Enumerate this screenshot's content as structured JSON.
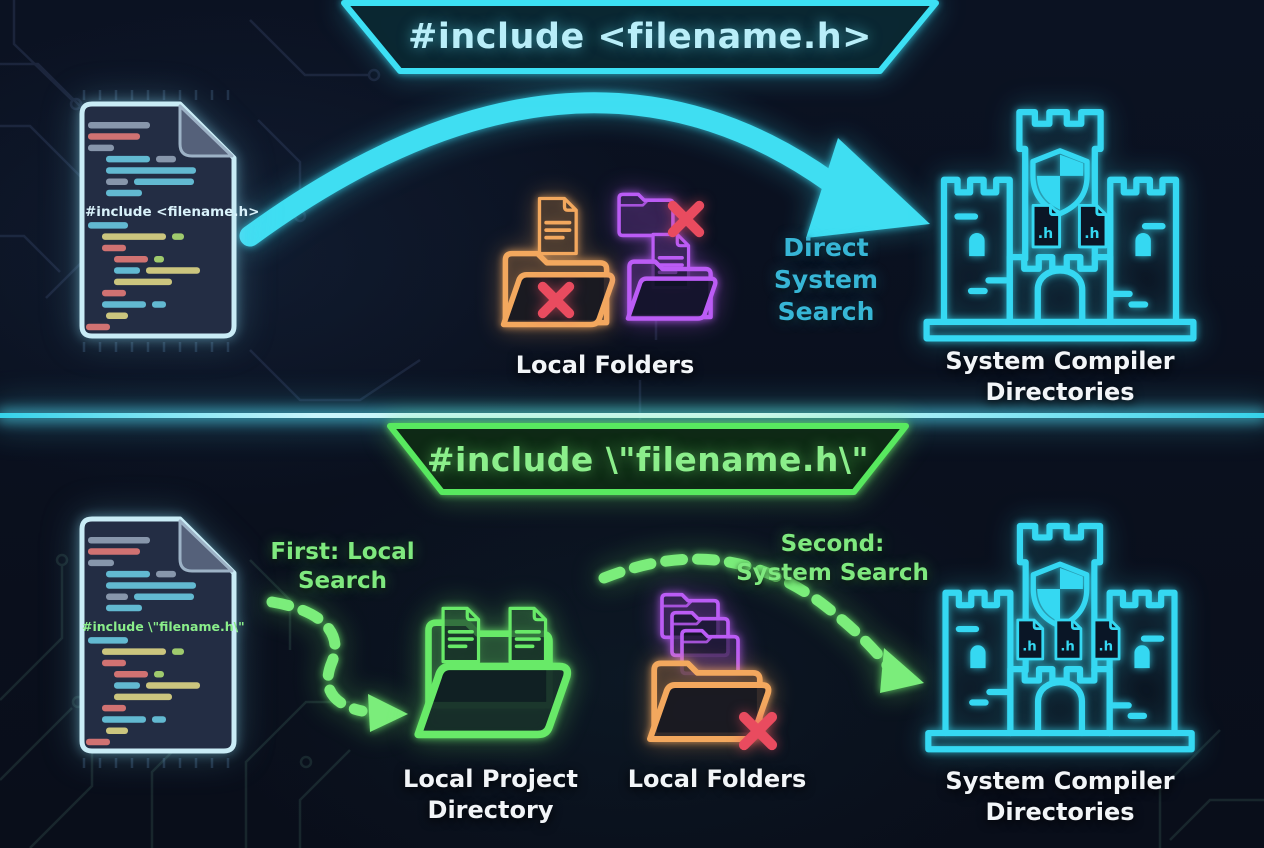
{
  "colors": {
    "background": "#0a0f1c",
    "cyan": "#3ce0f4",
    "pale_cyan_text": "#b9eef9",
    "teal_label": "#37b6d6",
    "green": "#5fe96a",
    "green_text": "#8bee8b",
    "orange": "#f3a85e",
    "purple": "#bb5cf5",
    "red": "#e94b5f",
    "white_label": "#f2f5f8"
  },
  "top": {
    "banner_label": "#include <filename.h>",
    "file_include_line": "#include <filename.h>",
    "local_folders_label": "Local Folders",
    "arrow_label_lines": [
      "Direct",
      "System",
      "Search"
    ],
    "castle_label_lines": [
      "System Compiler",
      "Directories"
    ]
  },
  "bottom": {
    "banner_label": "#include \\\"filename.h\\\"",
    "file_include_line": "#include \\\"filename.h\\\"",
    "first_arrow_label_lines": [
      "First: Local",
      "Search"
    ],
    "second_arrow_label_lines": [
      "Second:",
      "System Search"
    ],
    "project_dir_label_lines": [
      "Local Project",
      "Directory"
    ],
    "local_folders_label": "Local Folders",
    "castle_label_lines": [
      "System Compiler",
      "Directories"
    ]
  },
  "castle": {
    "doc_label": ".h"
  }
}
